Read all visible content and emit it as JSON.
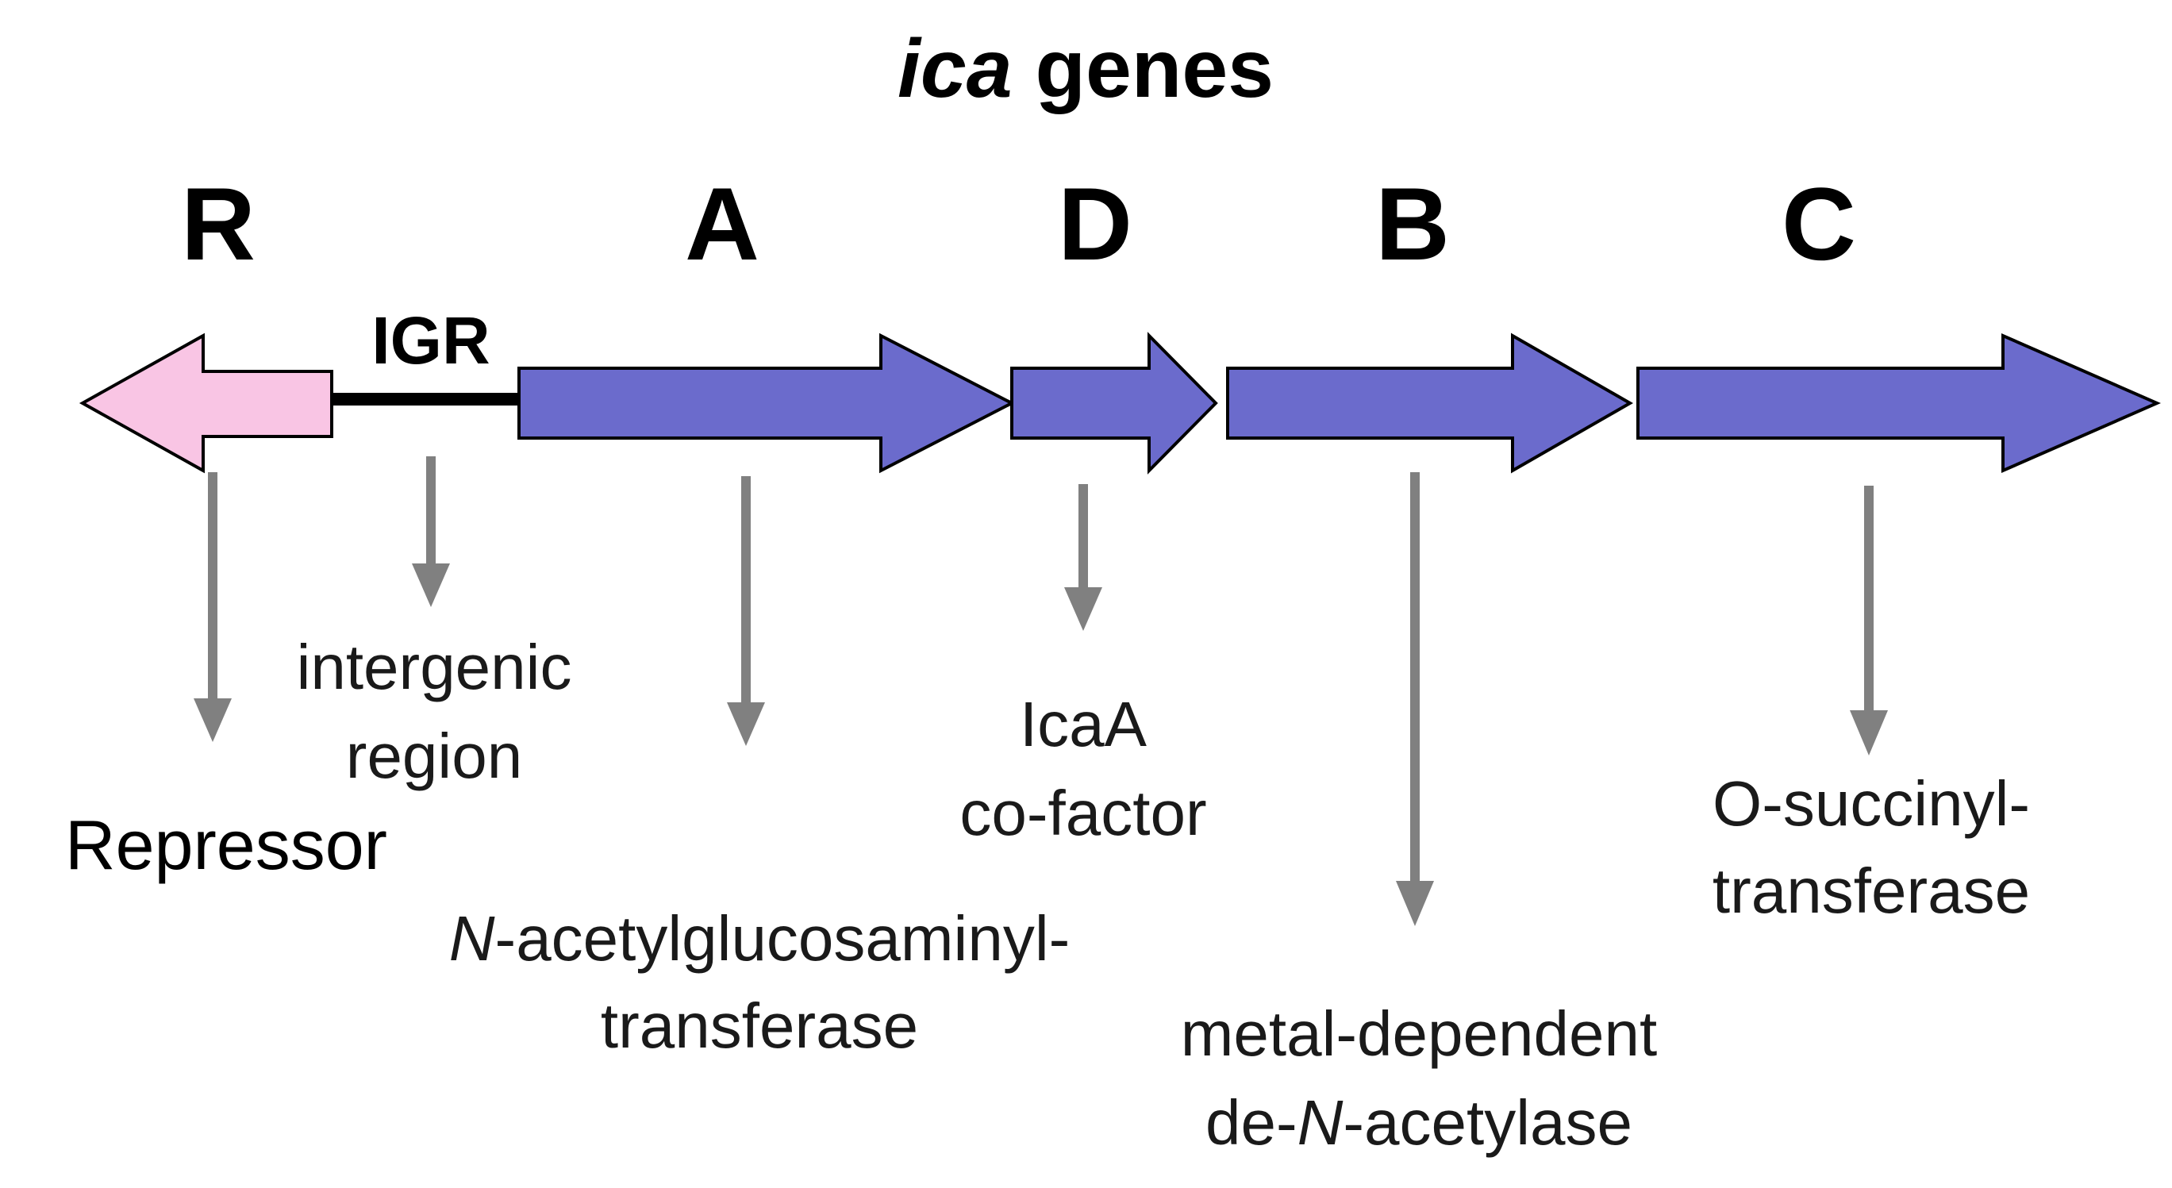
{
  "title": {
    "italic": "ica",
    "rest": " genes"
  },
  "colors": {
    "repressor_fill": "#F9C5E4",
    "gene_fill": "#6B6BCC",
    "igr_line": "#000000",
    "pointer": "#808080"
  },
  "genes": [
    {
      "id": "R",
      "letter": "R",
      "direction": "left"
    },
    {
      "id": "A",
      "letter": "A",
      "direction": "right"
    },
    {
      "id": "D",
      "letter": "D",
      "direction": "right"
    },
    {
      "id": "B",
      "letter": "B",
      "direction": "right"
    },
    {
      "id": "C",
      "letter": "C",
      "direction": "right"
    }
  ],
  "igr": {
    "label": "IGR"
  },
  "descriptions": {
    "R": {
      "lines": [
        {
          "parts": [
            {
              "t": "Repressor"
            }
          ]
        }
      ]
    },
    "IGR": {
      "lines": [
        {
          "parts": [
            {
              "t": "intergenic"
            }
          ]
        },
        {
          "parts": [
            {
              "t": "region"
            }
          ]
        }
      ]
    },
    "A": {
      "lines": [
        {
          "parts": [
            {
              "t": "N",
              "italic": true
            },
            {
              "t": "-acetylglucosaminyl-"
            }
          ]
        },
        {
          "parts": [
            {
              "t": "transferase"
            }
          ]
        }
      ]
    },
    "D": {
      "lines": [
        {
          "parts": [
            {
              "t": "IcaA"
            }
          ]
        },
        {
          "parts": [
            {
              "t": "co-factor"
            }
          ]
        }
      ]
    },
    "B": {
      "lines": [
        {
          "parts": [
            {
              "t": "metal-dependent"
            }
          ]
        },
        {
          "parts": [
            {
              "t": "de-"
            },
            {
              "t": "N",
              "italic": true
            },
            {
              "t": "-acetylase"
            }
          ]
        }
      ]
    },
    "C": {
      "lines": [
        {
          "parts": [
            {
              "t": "O-succinyl-"
            }
          ]
        },
        {
          "parts": [
            {
              "t": "transferase"
            }
          ]
        }
      ]
    }
  }
}
